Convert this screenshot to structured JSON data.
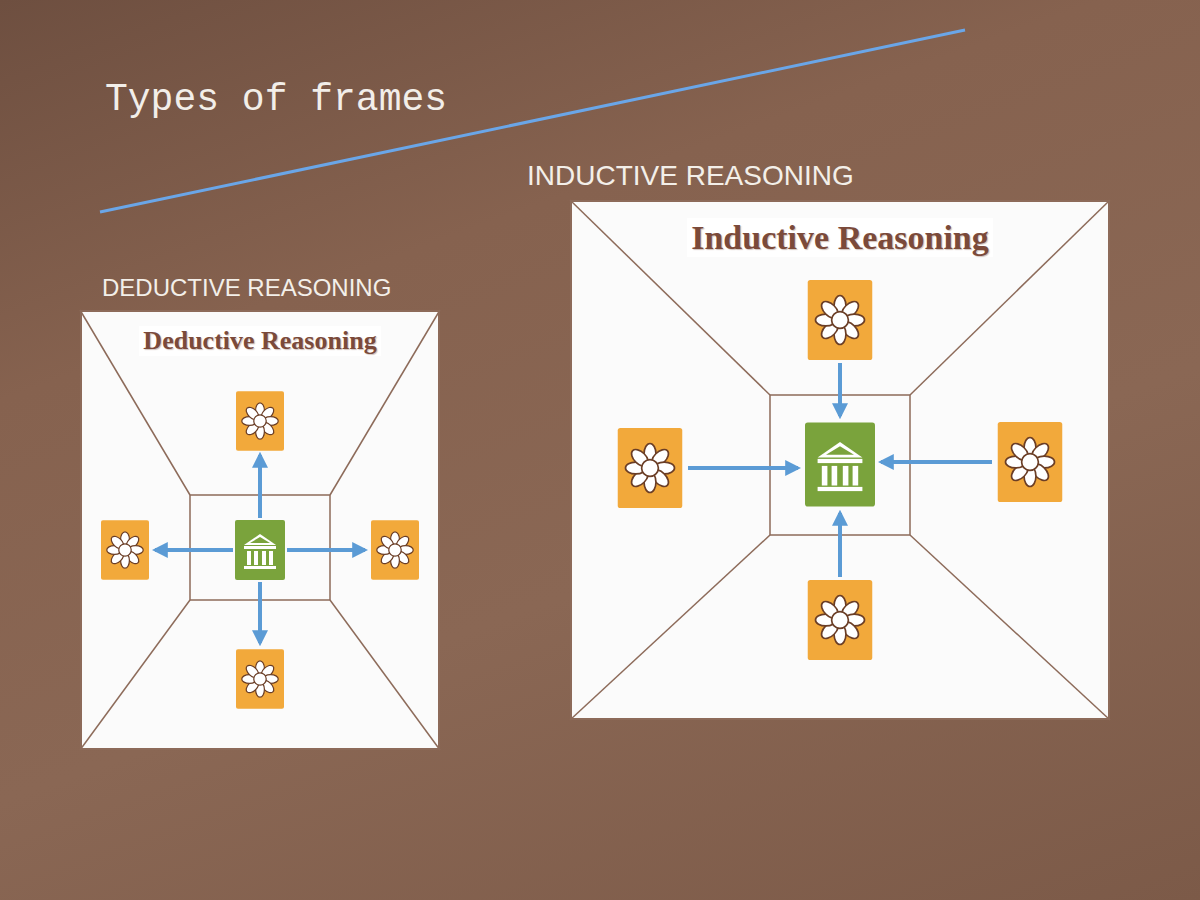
{
  "diagram": {
    "title": "Types of frames",
    "nodes": [
      {
        "text": [
          "DEDUCTIVE REASONING",
          "Deductive Reasoning"
        ]
      },
      {
        "text": [
          "INDUCTIVE REASONING",
          "Inductive Reasoning"
        ]
      }
    ]
  }
}
